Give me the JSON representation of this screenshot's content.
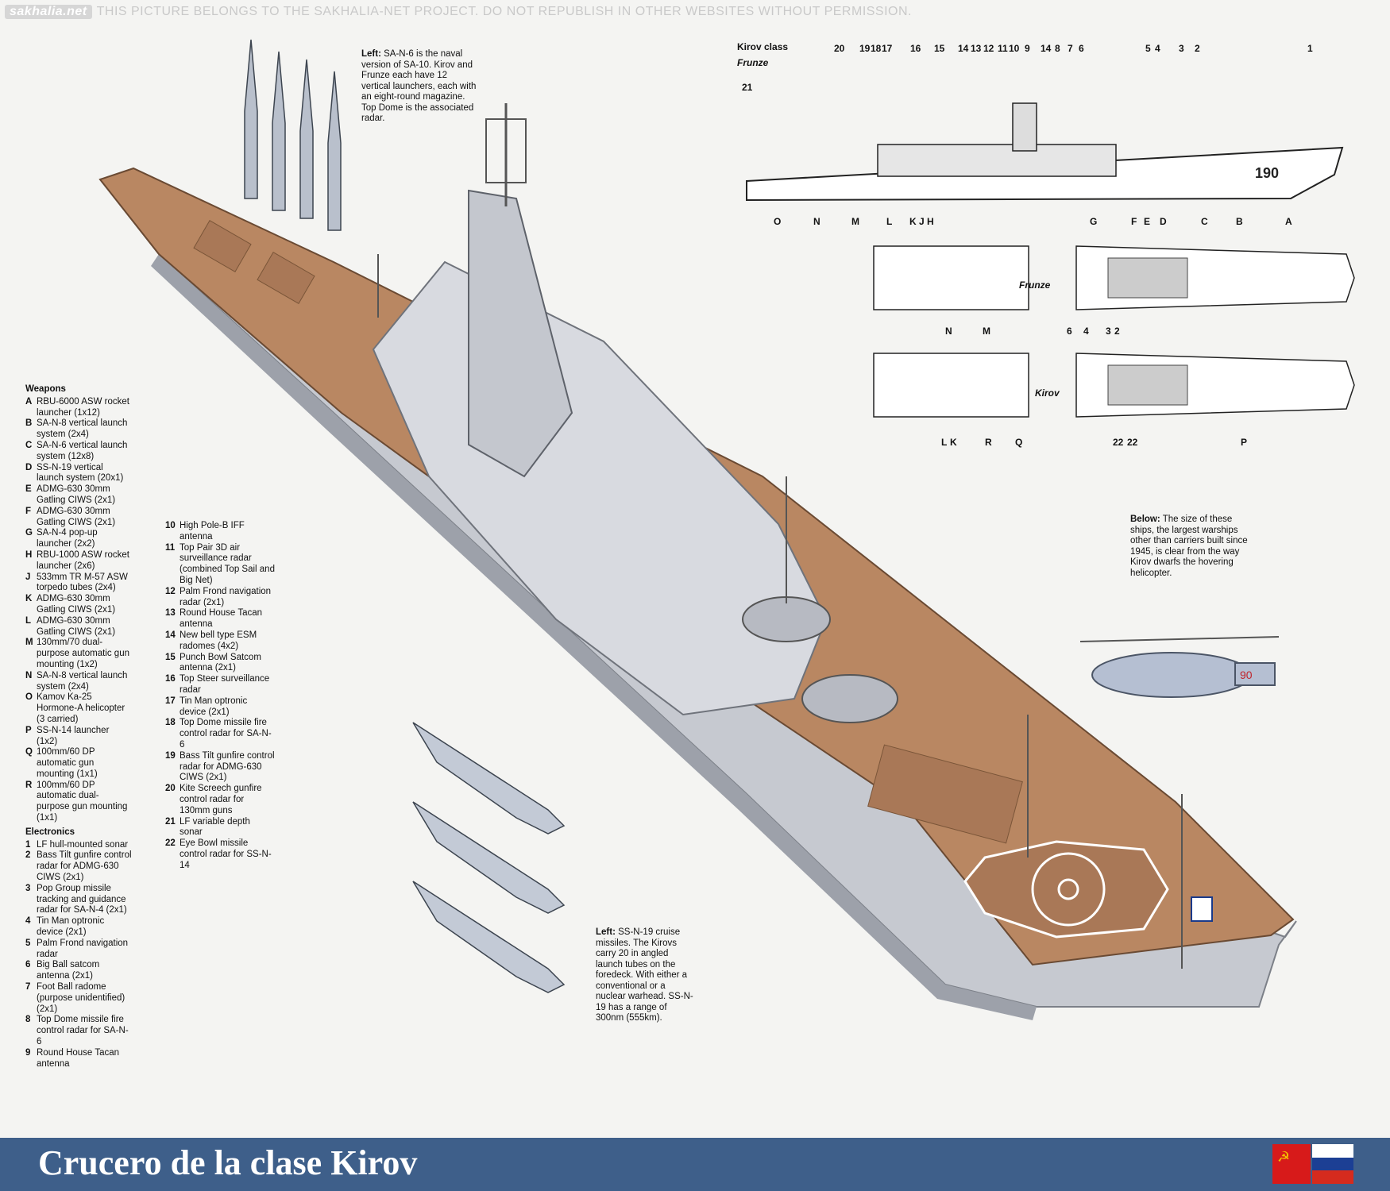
{
  "watermark": {
    "logo": "sakhalia.net",
    "text": "THIS PICTURE BELONGS TO THE SAKHALIA-NET PROJECT. DO NOT REPUBLISH IN OTHER WEBSITES WITHOUT PERMISSION."
  },
  "captions": {
    "sa_n_6": {
      "lead": "Left:",
      "text": "SA-N-6 is the naval version of SA-10. Kirov and Frunze each have 12 vertical launchers, each with an eight-round magazine. Top Dome is the associated radar."
    },
    "below": {
      "lead": "Below:",
      "text": "The size of these ships, the largest warships other than carriers built since 1945, is clear from the way Kirov dwarfs the hovering helicopter."
    },
    "ss_n_19": {
      "lead": "Left:",
      "text": "SS-N-19 cruise missiles. The Kirovs carry 20 in angled launch tubes on the foredeck. With either a conventional or a nuclear warhead. SS-N-19 has a range of 300nm (555km)."
    }
  },
  "weapons": {
    "heading": "Weapons",
    "items": [
      {
        "key": "A",
        "text": "RBU-6000 ASW rocket launcher (1x12)"
      },
      {
        "key": "B",
        "text": "SA-N-8 vertical launch system (2x4)"
      },
      {
        "key": "C",
        "text": "SA-N-6 vertical launch system (12x8)"
      },
      {
        "key": "D",
        "text": "SS-N-19 vertical launch system (20x1)"
      },
      {
        "key": "E",
        "text": "ADMG-630 30mm Gatling CIWS (2x1)"
      },
      {
        "key": "F",
        "text": "ADMG-630 30mm Gatling CIWS (2x1)"
      },
      {
        "key": "G",
        "text": "SA-N-4 pop-up launcher (2x2)"
      },
      {
        "key": "H",
        "text": "RBU-1000 ASW rocket launcher (2x6)"
      },
      {
        "key": "J",
        "text": "533mm TR M-57 ASW torpedo tubes (2x4)"
      },
      {
        "key": "K",
        "text": "ADMG-630 30mm Gatling CIWS (2x1)"
      },
      {
        "key": "L",
        "text": "ADMG-630 30mm Gatling CIWS (2x1)"
      },
      {
        "key": "M",
        "text": "130mm/70 dual-purpose automatic gun mounting (1x2)"
      },
      {
        "key": "N",
        "text": "SA-N-8 vertical launch system (2x4)"
      },
      {
        "key": "O",
        "text": "Kamov Ka-25 Hormone-A helicopter (3 carried)"
      },
      {
        "key": "P",
        "text": "SS-N-14 launcher (1x2)"
      },
      {
        "key": "Q",
        "text": "100mm/60 DP automatic gun mounting (1x1)"
      },
      {
        "key": "R",
        "text": "100mm/60 DP automatic dual-purpose gun mounting (1x1)"
      }
    ]
  },
  "electronics": {
    "heading": "Electronics",
    "items": [
      {
        "key": "1",
        "text": "LF hull-mounted sonar"
      },
      {
        "key": "2",
        "text": "Bass Tilt gunfire control radar for ADMG-630 CIWS (2x1)"
      },
      {
        "key": "3",
        "text": "Pop Group missile tracking and guidance radar for SA-N-4 (2x1)"
      },
      {
        "key": "4",
        "text": "Tin Man optronic device (2x1)"
      },
      {
        "key": "5",
        "text": "Palm Frond navigation radar"
      },
      {
        "key": "6",
        "text": "Big Ball satcom antenna (2x1)"
      },
      {
        "key": "7",
        "text": "Foot Ball radome (purpose unidentified) (2x1)"
      },
      {
        "key": "8",
        "text": "Top Dome missile fire control radar for SA-N-6"
      },
      {
        "key": "9",
        "text": "Round House Tacan antenna"
      }
    ],
    "items2": [
      {
        "key": "10",
        "text": "High Pole-B IFF antenna"
      },
      {
        "key": "11",
        "text": "Top Pair 3D air surveillance radar (combined Top Sail and Big Net)"
      },
      {
        "key": "12",
        "text": "Palm Frond navigation radar (2x1)"
      },
      {
        "key": "13",
        "text": "Round House Tacan antenna"
      },
      {
        "key": "14",
        "text": "New bell type ESM radomes (4x2)"
      },
      {
        "key": "15",
        "text": "Punch Bowl Satcom antenna (2x1)"
      },
      {
        "key": "16",
        "text": "Top Steer surveillance radar"
      },
      {
        "key": "17",
        "text": "Tin Man optronic device (2x1)"
      },
      {
        "key": "18",
        "text": "Top Dome missile fire control radar for SA-N-6"
      },
      {
        "key": "19",
        "text": "Bass Tilt gunfire control radar for ADMG-630 CIWS (2x1)"
      },
      {
        "key": "20",
        "text": "Kite Screech gunfire control radar for 130mm guns"
      },
      {
        "key": "21",
        "text": "LF variable depth sonar"
      },
      {
        "key": "22",
        "text": "Eye Bowl missile control radar for SS-N-14"
      }
    ]
  },
  "profile": {
    "title": "Kirov class",
    "subtitle": "Frunze",
    "hull_number": "190",
    "top_numbers": [
      "20",
      "19",
      "18",
      "17",
      "16",
      "15",
      "14",
      "13",
      "12",
      "11",
      "10",
      "9",
      "14",
      "8",
      "7",
      "6",
      "5",
      "4",
      "3",
      "2",
      "1",
      "21"
    ],
    "bottom_letters": [
      "O",
      "N",
      "M",
      "L",
      "K",
      "J",
      "H",
      "G",
      "F",
      "E",
      "D",
      "C",
      "B",
      "A"
    ]
  },
  "plans": {
    "frunze": {
      "label": "Frunze",
      "letters": [
        "N",
        "M",
        "6",
        "4",
        "3",
        "2"
      ]
    },
    "kirov": {
      "label": "Kirov",
      "letters": [
        "L",
        "K",
        "R",
        "Q",
        "22",
        "22",
        "P"
      ]
    }
  },
  "helicopter": {
    "number": "90"
  },
  "footer": {
    "title": "Crucero de la clase Kirov"
  },
  "colors": {
    "footer_bg": "#3e5f8a",
    "deck": "#b98762",
    "hull": "#c9ccd3"
  }
}
